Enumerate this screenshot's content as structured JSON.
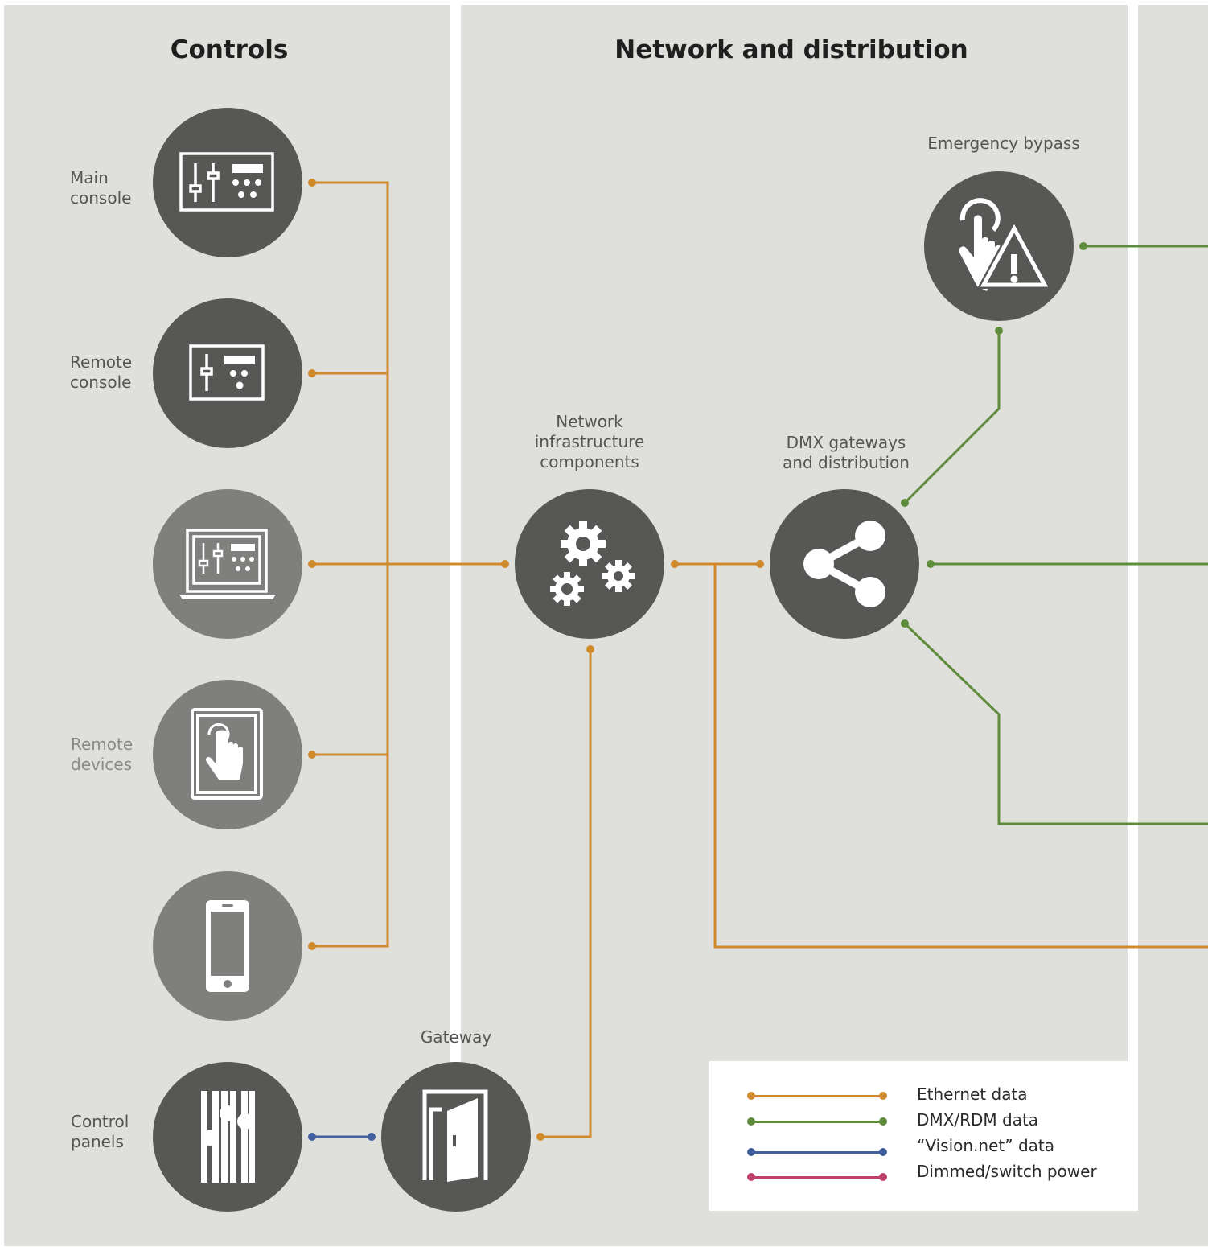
{
  "sections": {
    "controls": "Controls",
    "network": "Network and distribution"
  },
  "nodes": {
    "main_console": {
      "label": "Main\nconsole",
      "icon": "console-icon",
      "tone": "dark"
    },
    "remote_console": {
      "label": "Remote\nconsole",
      "icon": "small-console-icon",
      "tone": "dark"
    },
    "laptop": {
      "label": "",
      "icon": "laptop-console-icon",
      "tone": "medium"
    },
    "remote_devices": {
      "label": "Remote\ndevices",
      "icon": "tablet-touch-icon",
      "tone": "medium"
    },
    "smartphone": {
      "label": "",
      "icon": "smartphone-icon",
      "tone": "medium"
    },
    "control_panels": {
      "label": "Control\npanels",
      "icon": "fader-panel-icon",
      "tone": "dark"
    },
    "gateway": {
      "label": "Gateway",
      "icon": "door-icon",
      "tone": "dark"
    },
    "network_infra": {
      "label": "Network\ninfrastructure\ncomponents",
      "icon": "gears-icon",
      "tone": "dark"
    },
    "dmx_gateways": {
      "label": "DMX gateways\nand distribution",
      "icon": "share-icon",
      "tone": "dark"
    },
    "emergency_bypass": {
      "label": "Emergency bypass",
      "icon": "emergency-touch-warning-icon",
      "tone": "dark"
    }
  },
  "legend": [
    {
      "label": "Ethernet data",
      "color": "#d08a2c"
    },
    {
      "label": "DMX/RDM data",
      "color": "#5e8c3a"
    },
    {
      "label": "“Vision.net” data",
      "color": "#41609d"
    },
    {
      "label": "Dimmed/switch power",
      "color": "#c2416b"
    }
  ],
  "colors": {
    "ethernet": "#d08a2c",
    "dmx": "#5e8c3a",
    "visionnet": "#41609d",
    "power": "#c2416b",
    "node_dark": "#575756",
    "node_medium": "#7f7f7e",
    "panel_bg": "#dfdfdb"
  }
}
